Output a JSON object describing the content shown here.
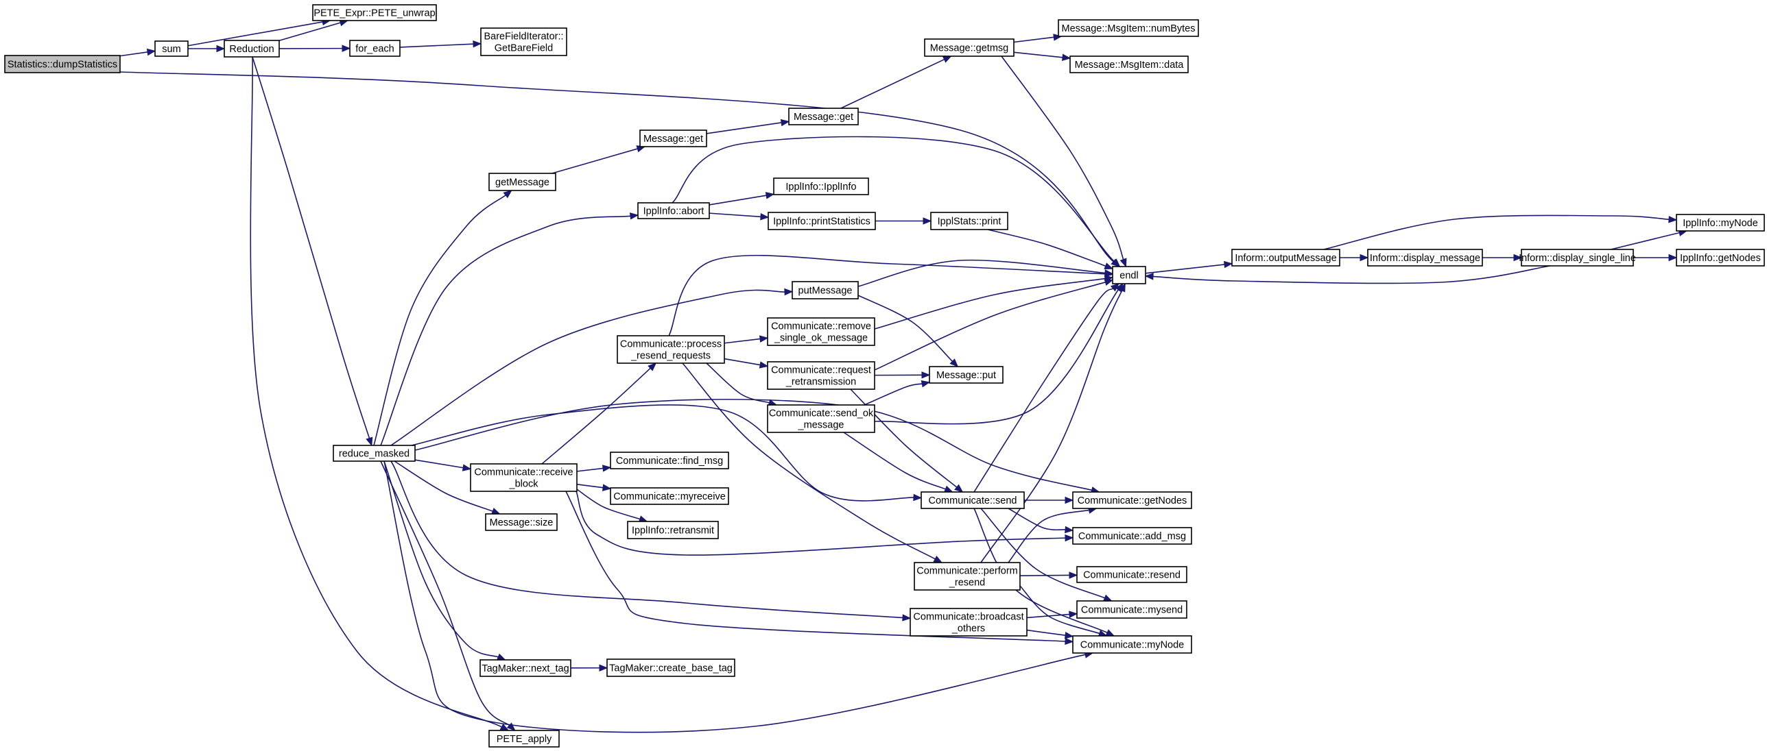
{
  "diagram": {
    "type": "call-graph",
    "nodes": [
      {
        "id": "dumpStatistics",
        "lines": [
          "Statistics::dumpStatistics"
        ],
        "highlighted": true
      },
      {
        "id": "sum",
        "lines": [
          "sum"
        ]
      },
      {
        "id": "Reduction",
        "lines": [
          "Reduction"
        ]
      },
      {
        "id": "PETE_unwrap",
        "lines": [
          "PETE_Expr::PETE_unwrap"
        ]
      },
      {
        "id": "for_each",
        "lines": [
          "for_each"
        ]
      },
      {
        "id": "GetBareField",
        "lines": [
          "BareFieldIterator::",
          "GetBareField"
        ]
      },
      {
        "id": "reduce_masked",
        "lines": [
          "reduce_masked"
        ]
      },
      {
        "id": "PETE_apply",
        "lines": [
          "PETE_apply"
        ]
      },
      {
        "id": "getMessage",
        "lines": [
          "getMessage"
        ]
      },
      {
        "id": "Message_get",
        "lines": [
          "Message::get"
        ]
      },
      {
        "id": "Message_get2",
        "lines": [
          "Message::get"
        ]
      },
      {
        "id": "Message_getmsg",
        "lines": [
          "Message::getmsg"
        ]
      },
      {
        "id": "MsgItem_numBytes",
        "lines": [
          "Message::MsgItem::numBytes"
        ]
      },
      {
        "id": "MsgItem_data",
        "lines": [
          "Message::MsgItem::data"
        ]
      },
      {
        "id": "IpplInfo_abort",
        "lines": [
          "IpplInfo::abort"
        ]
      },
      {
        "id": "IpplInfo_IpplInfo",
        "lines": [
          "IpplInfo::IpplInfo"
        ]
      },
      {
        "id": "IpplInfo_printStatistics",
        "lines": [
          "IpplInfo::printStatistics"
        ]
      },
      {
        "id": "IpplStats_print",
        "lines": [
          "IpplStats::print"
        ]
      },
      {
        "id": "endl",
        "lines": [
          "endl"
        ]
      },
      {
        "id": "outputMessage",
        "lines": [
          "Inform::outputMessage"
        ]
      },
      {
        "id": "display_message",
        "lines": [
          "Inform::display_message"
        ]
      },
      {
        "id": "display_single_line",
        "lines": [
          "Inform::display_single_line"
        ]
      },
      {
        "id": "IpplInfo_myNode",
        "lines": [
          "IpplInfo::myNode"
        ]
      },
      {
        "id": "IpplInfo_getNodes",
        "lines": [
          "IpplInfo::getNodes"
        ]
      },
      {
        "id": "putMessage",
        "lines": [
          "putMessage"
        ]
      },
      {
        "id": "process_resend",
        "lines": [
          "Communicate::process",
          "_resend_requests"
        ]
      },
      {
        "id": "remove_single",
        "lines": [
          "Communicate::remove",
          "_single_ok_message"
        ]
      },
      {
        "id": "request_retrans",
        "lines": [
          "Communicate::request",
          "_retransmission"
        ]
      },
      {
        "id": "Message_put",
        "lines": [
          "Message::put"
        ]
      },
      {
        "id": "send_ok",
        "lines": [
          "Communicate::send_ok",
          "_message"
        ]
      },
      {
        "id": "receive_block",
        "lines": [
          "Communicate::receive",
          "_block"
        ]
      },
      {
        "id": "find_msg",
        "lines": [
          "Communicate::find_msg"
        ]
      },
      {
        "id": "myreceive",
        "lines": [
          "Communicate::myreceive"
        ]
      },
      {
        "id": "retransmit",
        "lines": [
          "IpplInfo::retransmit"
        ]
      },
      {
        "id": "Message_size",
        "lines": [
          "Message::size"
        ]
      },
      {
        "id": "Comm_send",
        "lines": [
          "Communicate::send"
        ]
      },
      {
        "id": "Comm_getNodes",
        "lines": [
          "Communicate::getNodes"
        ]
      },
      {
        "id": "add_msg",
        "lines": [
          "Communicate::add_msg"
        ]
      },
      {
        "id": "perform_resend",
        "lines": [
          "Communicate::perform",
          "_resend"
        ]
      },
      {
        "id": "Comm_resend",
        "lines": [
          "Communicate::resend"
        ]
      },
      {
        "id": "broadcast_others",
        "lines": [
          "Communicate::broadcast",
          "_others"
        ]
      },
      {
        "id": "mysend",
        "lines": [
          "Communicate::mysend"
        ]
      },
      {
        "id": "Comm_myNode",
        "lines": [
          "Communicate::myNode"
        ]
      },
      {
        "id": "next_tag",
        "lines": [
          "TagMaker::next_tag"
        ]
      },
      {
        "id": "create_base_tag",
        "lines": [
          "TagMaker::create_base_tag"
        ]
      }
    ],
    "edges": [
      [
        "dumpStatistics",
        "sum"
      ],
      [
        "dumpStatistics",
        "endl"
      ],
      [
        "sum",
        "PETE_unwrap"
      ],
      [
        "sum",
        "Reduction"
      ],
      [
        "Reduction",
        "PETE_unwrap"
      ],
      [
        "Reduction",
        "for_each"
      ],
      [
        "Reduction",
        "reduce_masked"
      ],
      [
        "Reduction",
        "PETE_apply"
      ],
      [
        "for_each",
        "GetBareField"
      ],
      [
        "reduce_masked",
        "getMessage"
      ],
      [
        "reduce_masked",
        "IpplInfo_abort"
      ],
      [
        "reduce_masked",
        "putMessage"
      ],
      [
        "reduce_masked",
        "Comm_send"
      ],
      [
        "reduce_masked",
        "Comm_getNodes"
      ],
      [
        "reduce_masked",
        "receive_block"
      ],
      [
        "reduce_masked",
        "Message_size"
      ],
      [
        "reduce_masked",
        "broadcast_others"
      ],
      [
        "reduce_masked",
        "next_tag"
      ],
      [
        "reduce_masked",
        "PETE_apply"
      ],
      [
        "reduce_masked",
        "Comm_myNode"
      ],
      [
        "getMessage",
        "Message_get"
      ],
      [
        "Message_get",
        "Message_get2"
      ],
      [
        "Message_get2",
        "Message_getmsg"
      ],
      [
        "Message_getmsg",
        "MsgItem_numBytes"
      ],
      [
        "Message_getmsg",
        "MsgItem_data"
      ],
      [
        "Message_getmsg",
        "endl"
      ],
      [
        "IpplInfo_abort",
        "IpplInfo_IpplInfo"
      ],
      [
        "IpplInfo_abort",
        "IpplInfo_printStatistics"
      ],
      [
        "IpplInfo_abort",
        "endl"
      ],
      [
        "IpplInfo_printStatistics",
        "IpplStats_print"
      ],
      [
        "IpplStats_print",
        "endl"
      ],
      [
        "endl",
        "outputMessage"
      ],
      [
        "outputMessage",
        "display_message"
      ],
      [
        "outputMessage",
        "IpplInfo_myNode"
      ],
      [
        "display_message",
        "display_single_line"
      ],
      [
        "display_single_line",
        "IpplInfo_myNode"
      ],
      [
        "display_single_line",
        "IpplInfo_getNodes"
      ],
      [
        "display_single_line",
        "endl"
      ],
      [
        "putMessage",
        "endl"
      ],
      [
        "putMessage",
        "Message_put"
      ],
      [
        "process_resend",
        "remove_single"
      ],
      [
        "process_resend",
        "request_retrans"
      ],
      [
        "process_resend",
        "send_ok"
      ],
      [
        "process_resend",
        "perform_resend"
      ],
      [
        "process_resend",
        "endl"
      ],
      [
        "remove_single",
        "endl"
      ],
      [
        "request_retrans",
        "Message_put"
      ],
      [
        "request_retrans",
        "endl"
      ],
      [
        "request_retrans",
        "Comm_send"
      ],
      [
        "send_ok",
        "Message_put"
      ],
      [
        "send_ok",
        "endl"
      ],
      [
        "send_ok",
        "Comm_send"
      ],
      [
        "receive_block",
        "process_resend"
      ],
      [
        "receive_block",
        "find_msg"
      ],
      [
        "receive_block",
        "myreceive"
      ],
      [
        "receive_block",
        "retransmit"
      ],
      [
        "receive_block",
        "add_msg"
      ],
      [
        "receive_block",
        "Comm_myNode"
      ],
      [
        "Comm_send",
        "Comm_getNodes"
      ],
      [
        "Comm_send",
        "add_msg"
      ],
      [
        "Comm_send",
        "mysend"
      ],
      [
        "Comm_send",
        "Comm_myNode"
      ],
      [
        "Comm_send",
        "endl"
      ],
      [
        "perform_resend",
        "Comm_getNodes"
      ],
      [
        "perform_resend",
        "Comm_resend"
      ],
      [
        "perform_resend",
        "Comm_myNode"
      ],
      [
        "perform_resend",
        "endl"
      ],
      [
        "broadcast_others",
        "mysend"
      ],
      [
        "broadcast_others",
        "Comm_myNode"
      ],
      [
        "next_tag",
        "create_base_tag"
      ]
    ]
  }
}
